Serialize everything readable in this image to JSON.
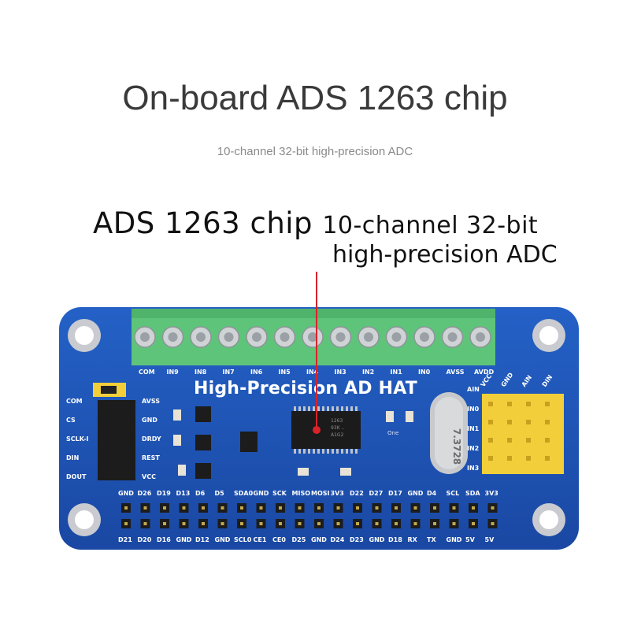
{
  "title": "On-board ADS 1263 chip",
  "subtitle": "10-channel 32-bit high-precision ADC",
  "callout": {
    "line1_main": "ADS 1263 chip",
    "line1_rest": "10-channel 32-bit",
    "line2": "high-precision ADC"
  },
  "board": {
    "name": "High-Precision AD HAT",
    "terminal_labels": [
      "COM",
      "IN9",
      "IN8",
      "IN7",
      "IN6",
      "IN5",
      "IN4",
      "IN3",
      "IN2",
      "IN1",
      "IN0",
      "AVSS",
      "AVDD"
    ],
    "left_labels_col1": [
      "COM",
      "CS",
      "SCLK-I",
      "DIN",
      "DOUT"
    ],
    "left_labels_col2": [
      "AVSS",
      "GND",
      "DRDY",
      "REST",
      "VCC"
    ],
    "right_labels": [
      "AIN",
      "IN0",
      "IN1",
      "IN2",
      "IN3"
    ],
    "right_header_labels": [
      "VCC",
      "GND",
      "AIN",
      "DIN"
    ],
    "gpio_top": [
      "GND",
      "D26",
      "D19",
      "D13",
      "D6",
      "D5",
      "SDA0",
      "GND",
      "SCK",
      "MISO",
      "MOSI",
      "3V3",
      "D22",
      "D27",
      "D17",
      "GND",
      "D4",
      "SCL",
      "SDA",
      "3V3"
    ],
    "gpio_bottom": [
      "D21",
      "D20",
      "D16",
      "GND",
      "D12",
      "GND",
      "SCL0",
      "CE1",
      "CE0",
      "D25",
      "GND",
      "D24",
      "D23",
      "GND",
      "D18",
      "RX",
      "TX",
      "GND",
      "5V",
      "5V"
    ],
    "chip_marking": [
      "1263",
      "93K ..",
      "A1G2"
    ],
    "crystal_marking": "7.3728",
    "led_label": "One"
  },
  "colors": {
    "board_blue": "#1f55b8",
    "terminal_green": "#5ec47a",
    "header_yellow": "#f2cf3a",
    "pointer_red": "#d9232a"
  }
}
